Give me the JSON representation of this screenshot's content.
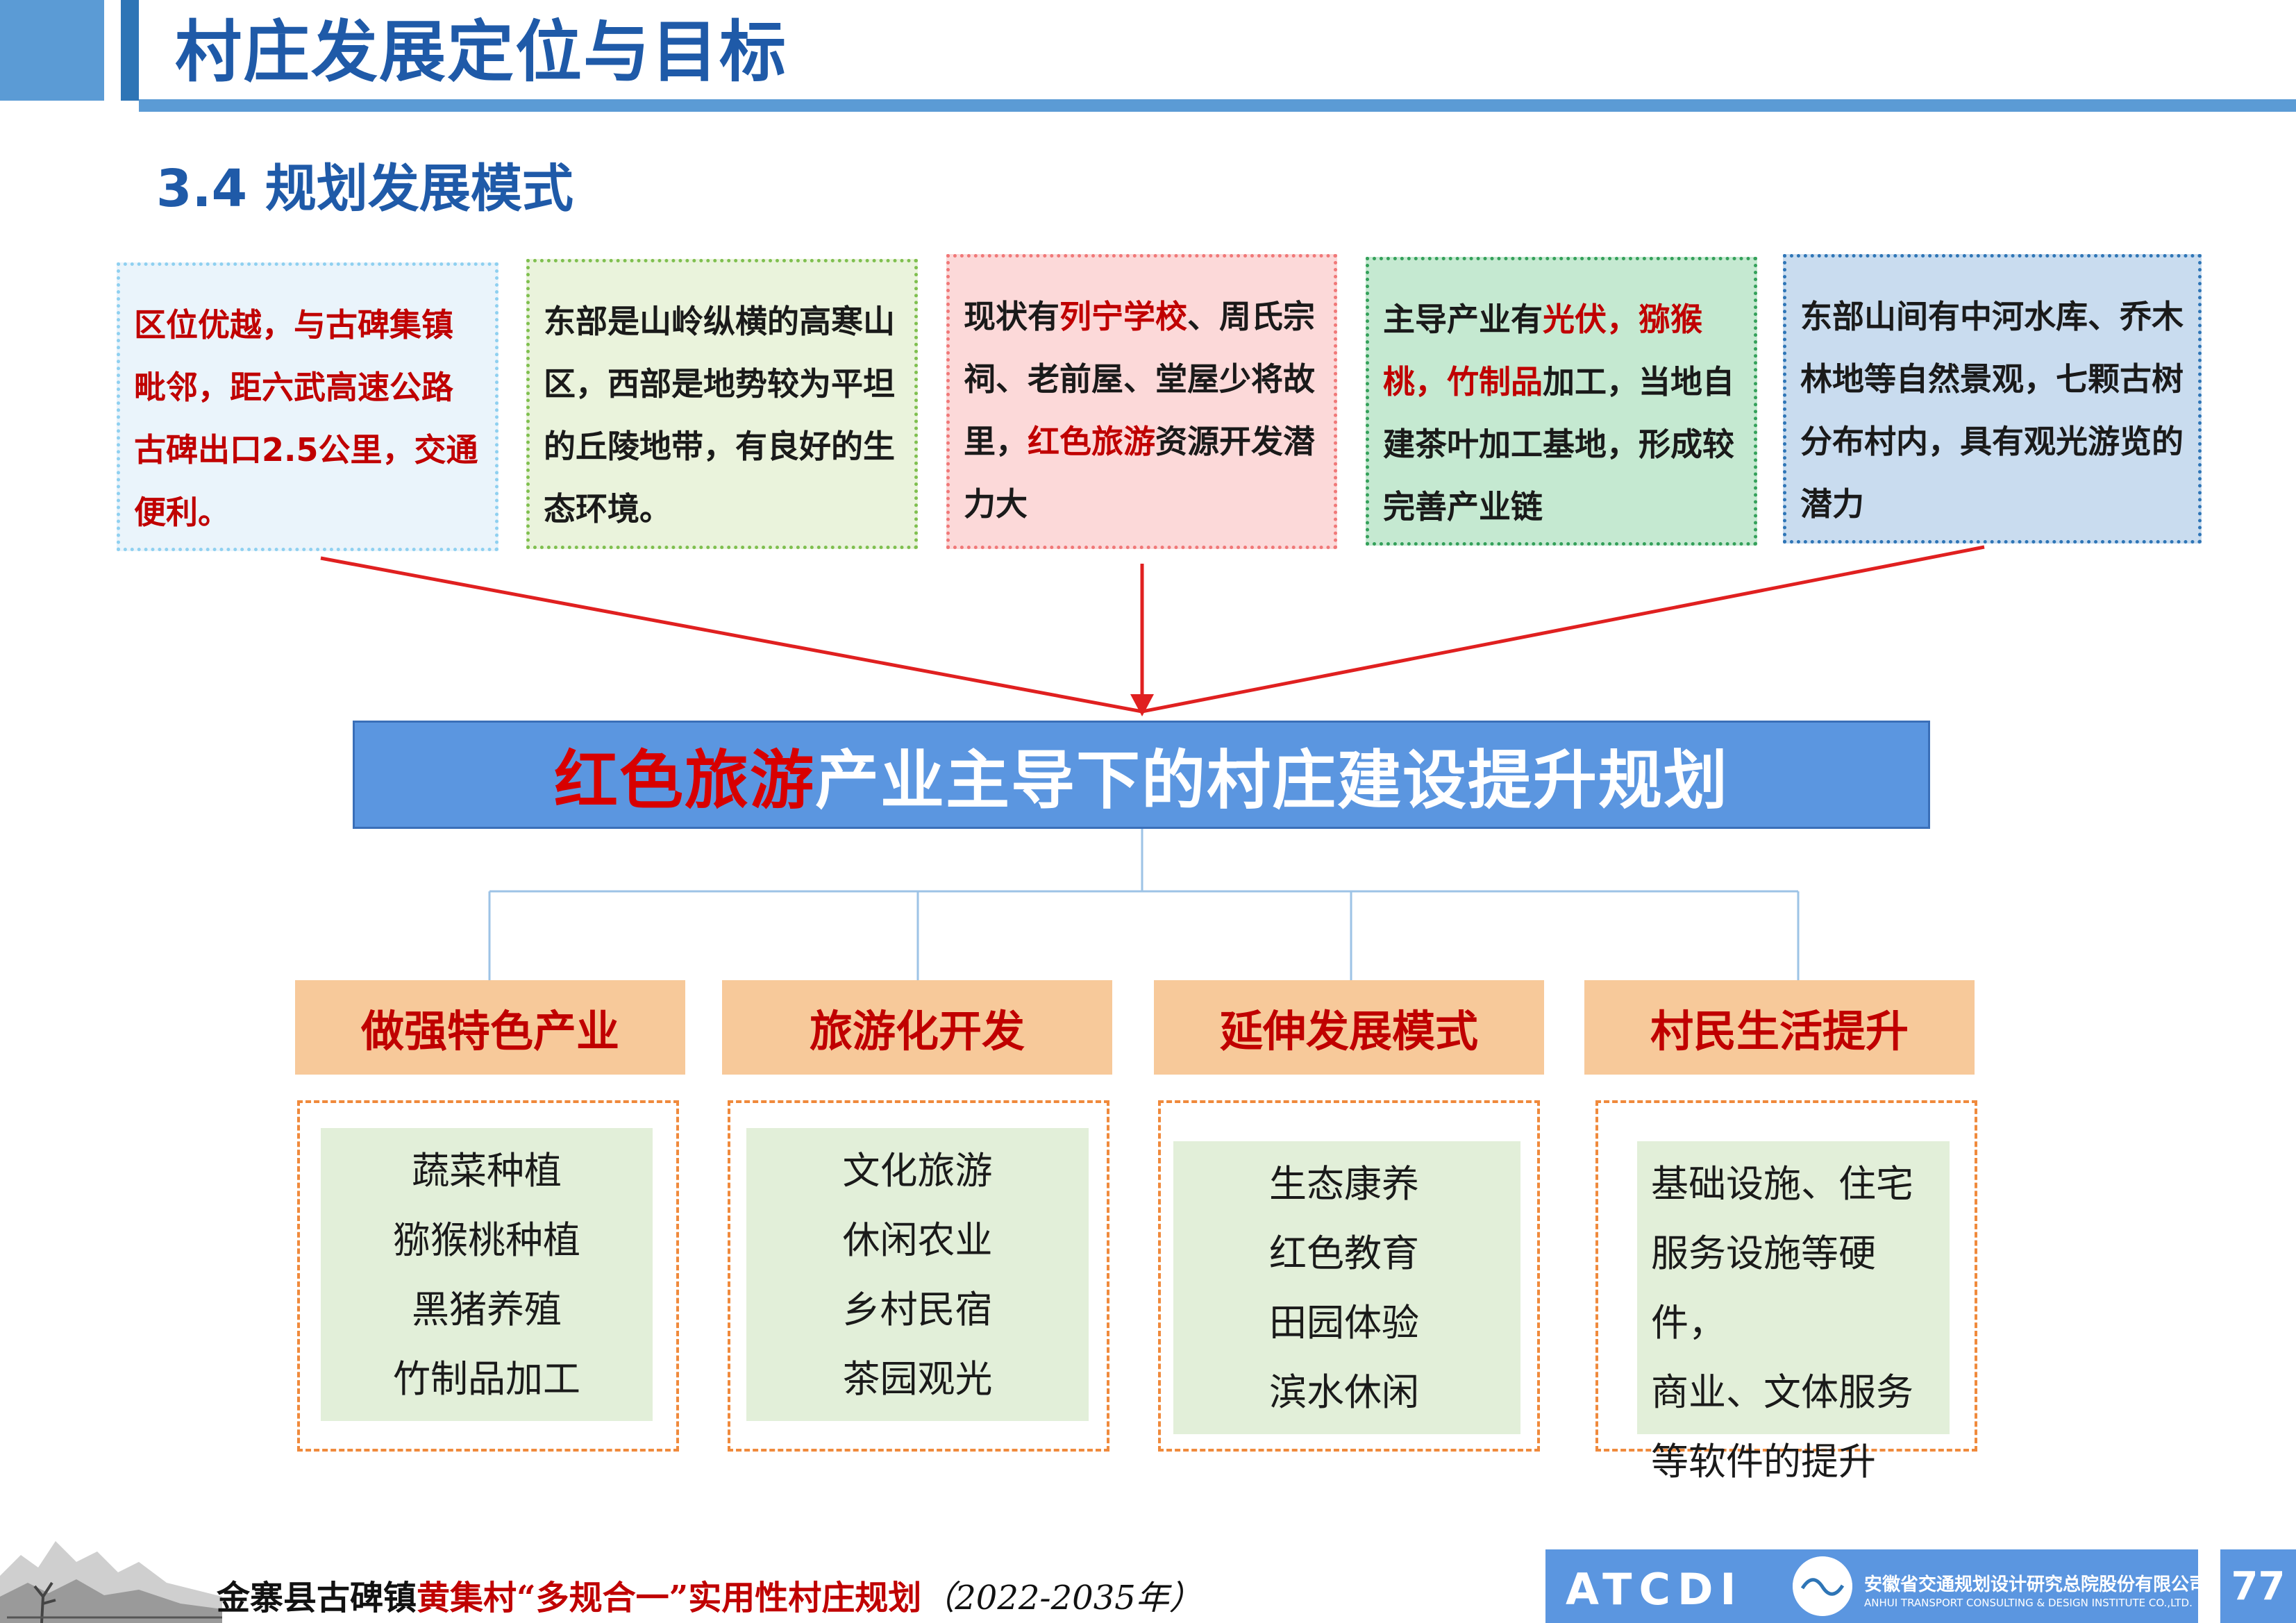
{
  "header": {
    "title": "村庄发展定位与目标"
  },
  "section": {
    "title": "3.4 规划发展模式"
  },
  "cards": [
    {
      "parts": [
        {
          "t": "区位优越，与古碑集镇毗邻，距六武高速公路古碑出口2.5公里，交通便利。",
          "red": false
        }
      ]
    },
    {
      "parts": [
        {
          "t": "东部是山岭纵横的高寒山区，西部是地势较为平坦的丘陵地带，有良好的生态环境。",
          "red": false
        }
      ]
    },
    {
      "parts": [
        {
          "t": "现状有",
          "red": false
        },
        {
          "t": "列宁学校",
          "red": true
        },
        {
          "t": "、周氏宗祠、老前屋、堂屋少将故里，",
          "red": false
        },
        {
          "t": "红色旅游",
          "red": true
        },
        {
          "t": "资源开发潜力大",
          "red": false
        }
      ]
    },
    {
      "parts": [
        {
          "t": "主导产业有",
          "red": false
        },
        {
          "t": "光伏，猕猴桃，竹制品",
          "red": true
        },
        {
          "t": "加工，当地自建茶叶加工基地，形成较完善产业链",
          "red": false
        }
      ]
    },
    {
      "parts": [
        {
          "t": "东部山间有中河水库、乔木林地等自然景观，七颗古树分布村内，具有观光游览的潜力",
          "red": false
        }
      ]
    }
  ],
  "banner": {
    "highlight": "红色旅游",
    "rest": "产业主导下的村庄建设提升规划"
  },
  "categories": [
    {
      "title": "做强特色产业",
      "items": [
        "蔬菜种植",
        "猕猴桃种植",
        "黑猪养殖",
        "竹制品加工"
      ]
    },
    {
      "title": "旅游化开发",
      "items": [
        "文化旅游",
        "休闲农业",
        "乡村民宿",
        "茶园观光"
      ]
    },
    {
      "title": "延伸发展模式",
      "items": [
        "生态康养",
        "红色教育",
        "田园体验",
        "滨水休闲"
      ]
    },
    {
      "title": "村民生活提升",
      "items": [
        "基础设施、住宅",
        "服务设施等硬件，",
        "商业、文体服务",
        "等软件的提升"
      ]
    }
  ],
  "footer": {
    "prefix": "金寨县古碑镇",
    "highlight": "黄集村“多规合一”实用性村庄规划",
    "suffix": "（2022-2035年）",
    "logo_mark": "ATCDI",
    "company_cn": "安徽省交通规划设计研究总院股份有限公司",
    "company_en": "ANHUI TRANSPORT CONSULTING & DESIGN INSTITUTE CO.,LTD.",
    "page_number": "77"
  },
  "colors": {
    "accent_blue": "#5b9bd5",
    "title_blue": "#1f5aa8",
    "red": "#c00000",
    "peach": "#f7c99a",
    "green_fill": "#e2efd9"
  }
}
